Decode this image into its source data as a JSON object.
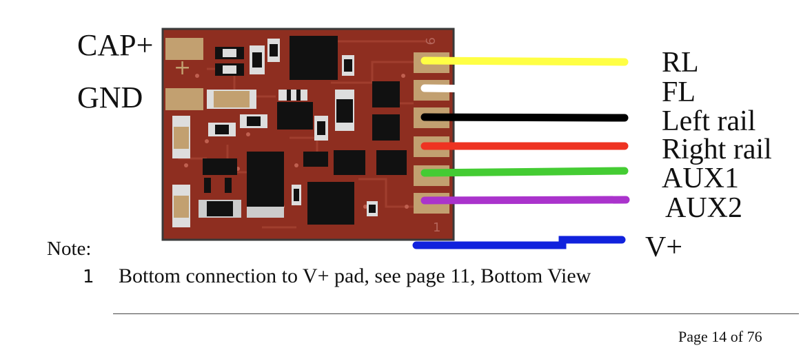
{
  "pads": {
    "cap_plus": "CAP+",
    "gnd": "GND"
  },
  "wires": [
    {
      "label": "RL",
      "color": "#ffff44"
    },
    {
      "label": "FL",
      "color": "#ffffff"
    },
    {
      "label": "Left rail",
      "color": "#000000"
    },
    {
      "label": "Right rail",
      "color": "#ee3322"
    },
    {
      "label": "AUX1",
      "color": "#44cc33"
    },
    {
      "label": "AUX2",
      "color": "#aa33cc"
    },
    {
      "label": "V+",
      "color": "#1122dd"
    }
  ],
  "board_marks": {
    "pin_top": "9",
    "pin_bottom": "1",
    "cap_polarity": "+"
  },
  "colors": {
    "pcb": "#8e2e20",
    "pad": "#c2a070",
    "chip": "#111111"
  },
  "note": {
    "title": "Note:",
    "number": "1",
    "text": "Bottom connection to V+ pad, see page 11, Bottom View"
  },
  "footer": {
    "page": "Page 14 of 76"
  }
}
